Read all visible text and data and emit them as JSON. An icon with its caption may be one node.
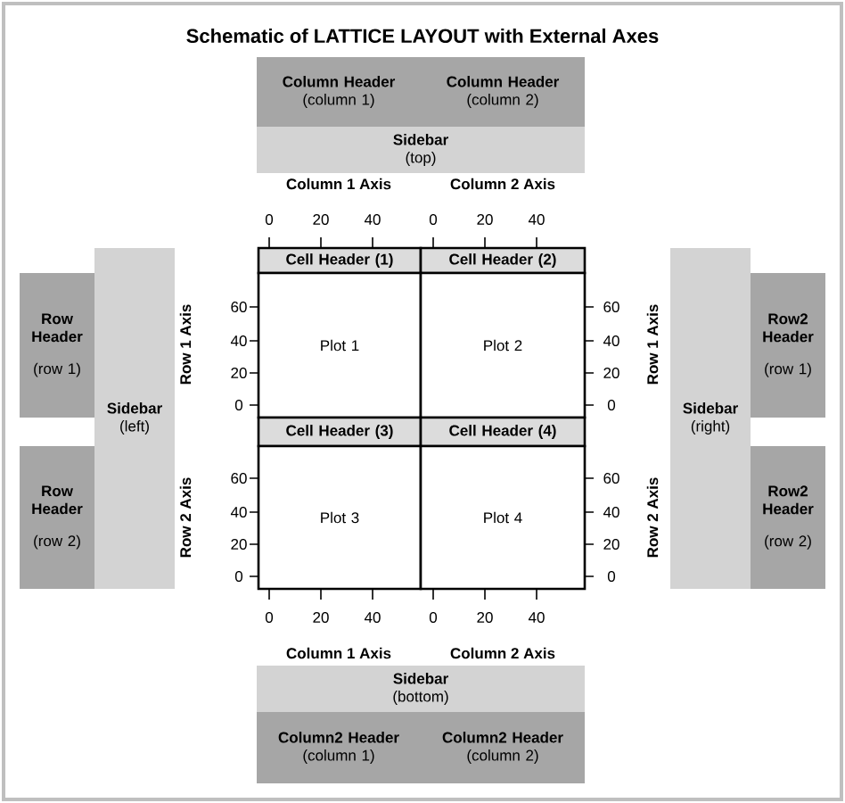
{
  "diagram": {
    "title": "Schematic of LATTICE LAYOUT with External Axes",
    "nodes": [
      {
        "text": [
          "Column Header",
          "(column 1)"
        ]
      },
      {
        "text": [
          "Column Header",
          "(column 2)"
        ]
      },
      {
        "text": [
          "Sidebar",
          "(top)"
        ]
      },
      {
        "text": [
          "Cell Header (1)"
        ]
      },
      {
        "text": [
          "Cell Header (2)"
        ]
      },
      {
        "text": [
          "Row Header",
          "(row 1)"
        ]
      },
      {
        "text": [
          "Sidebar",
          "(left)"
        ]
      },
      {
        "text": [
          "Plot 1"
        ]
      },
      {
        "text": [
          "Plot 2"
        ]
      },
      {
        "text": [
          "Sidebar",
          "(right)"
        ]
      },
      {
        "text": [
          "Row2 Header",
          "(row 1)"
        ]
      },
      {
        "text": [
          "Cell Header (3)"
        ]
      },
      {
        "text": [
          "Cell Header (4)"
        ]
      },
      {
        "text": [
          "Row Header",
          "(row 2)"
        ]
      },
      {
        "text": [
          "Plot 3"
        ]
      },
      {
        "text": [
          "Plot 4"
        ]
      },
      {
        "text": [
          "Row2 Header",
          "(row 2)"
        ]
      },
      {
        "text": [
          "Sidebar",
          "(bottom)"
        ]
      },
      {
        "text": [
          "Column2 Header",
          "(column 1)"
        ]
      },
      {
        "text": [
          "Column2 Header",
          "(column 2)"
        ]
      }
    ],
    "labels": [
      "Column 1 Axis",
      "Column 2 Axis",
      "0",
      "20",
      "40",
      "0",
      "20",
      "40",
      "Row 1 Axis",
      "60",
      "40",
      "20",
      "0",
      "60",
      "40",
      "20",
      "0",
      "Row 1 Axis",
      "Row 2 Axis",
      "60",
      "40",
      "20",
      "0",
      "60",
      "40",
      "20",
      "0",
      "Row 2 Axis",
      "0",
      "20",
      "40",
      "0",
      "20",
      "40",
      "Column 1 Axis",
      "Column 2 Axis"
    ]
  }
}
